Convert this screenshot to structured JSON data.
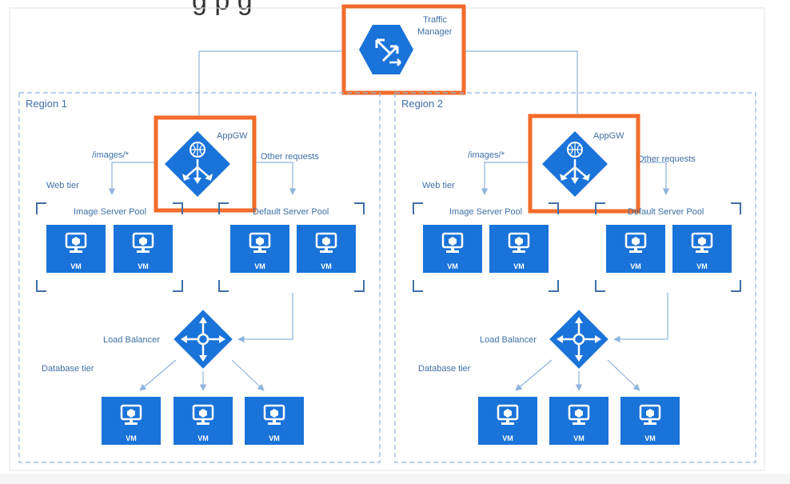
{
  "header": {
    "partial_title": "g p                                          g"
  },
  "traffic_manager": {
    "label_line1": "Traffic",
    "label_line2": "Manager"
  },
  "regions": [
    {
      "name": "Region 1",
      "appgw_label": "AppGW",
      "route_images": "/images/*",
      "route_other": "Other requests",
      "web_tier": "Web tier",
      "image_pool": "Image Server Pool",
      "default_pool": "Default Server Pool",
      "load_balancer": "Load Balancer",
      "database_tier": "Database tier",
      "vm_label": "VM"
    },
    {
      "name": "Region 2",
      "appgw_label": "AppGW",
      "route_images": "/images/*",
      "route_other": "Other requests",
      "web_tier": "Web tier",
      "image_pool": "Image Server Pool",
      "default_pool": "Default Server Pool",
      "load_balancer": "Load Balancer",
      "database_tier": "Database tier",
      "vm_label": "VM"
    }
  ],
  "colors": {
    "azure_blue": "#1a73d9",
    "highlight_orange": "#f26b2a",
    "line_blue": "#8fb3d9",
    "text_blue": "#3f6fa6"
  }
}
